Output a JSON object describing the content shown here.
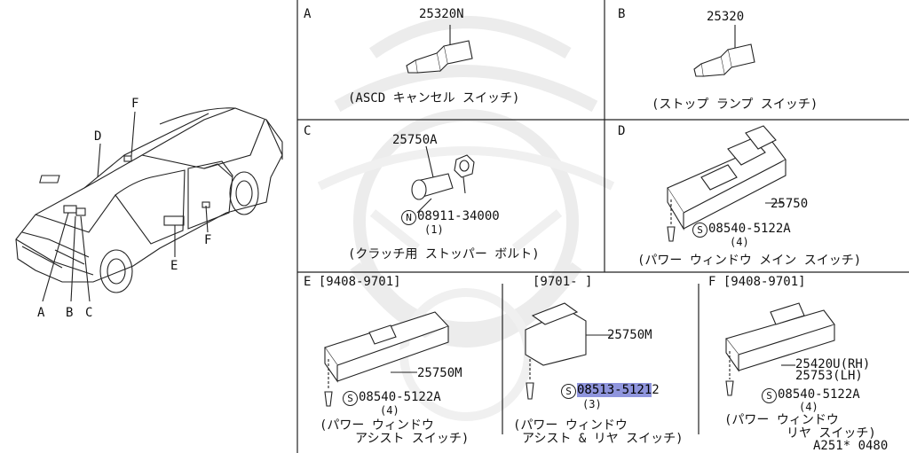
{
  "car": {
    "labels": {
      "A": "A",
      "B": "B",
      "C": "C",
      "D": "D",
      "E": "E",
      "F1": "F",
      "F2": "F"
    }
  },
  "panels": {
    "A": {
      "letter": "A",
      "part": "25320N",
      "caption": "(ASCD  キャンセル スイッチ)"
    },
    "B": {
      "letter": "B",
      "part": "25320",
      "caption": "(ストップ ランプ  スイッチ)"
    },
    "C": {
      "letter": "C",
      "part": "25750A",
      "bolt_prefix": "N",
      "bolt": "08911-34000",
      "qty": "(1)",
      "caption": "(クラッチ用 ストッパー  ボルト)"
    },
    "D": {
      "letter": "D",
      "part": "25750",
      "screw_prefix": "S",
      "screw": "08540-5122A",
      "qty": "(4)",
      "caption": "(パワー  ウィンドウ メイン  スイッチ)"
    },
    "E": {
      "letter": "E [9408-9701]",
      "part": "25750M",
      "screw_prefix": "S",
      "screw": "08540-5122A",
      "qty": "(4)",
      "caption1": "(パワー  ウィンドウ",
      "caption2": "アシスト  スイッチ)"
    },
    "E2": {
      "letter": "[9701-     ]",
      "part": "25750M",
      "screw_prefix": "S",
      "screw_hl": "08513-5121",
      "screw_rest": "2",
      "qty": "(3)",
      "caption1": "(パワー  ウィンドウ",
      "caption2": "アシスト & リヤ  スイッチ)"
    },
    "F": {
      "letter": "F [9408-9701]",
      "part1": "25420U(RH)",
      "part2": "25753(LH)",
      "screw_prefix": "S",
      "screw": "08540-5122A",
      "qty": "(4)",
      "caption1": "(パワー  ウィンドウ",
      "caption2": "リヤ  スイッチ)"
    }
  },
  "footer_code": "A251* 0480",
  "colors": {
    "line": "#222222",
    "highlight": "#8f95dd",
    "watermark": "#ececec"
  }
}
